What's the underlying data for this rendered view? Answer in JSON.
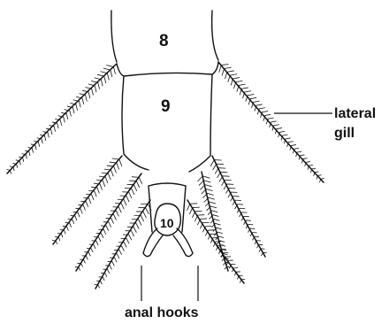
{
  "segments": {
    "s8": "8",
    "s9": "9",
    "s10": "10"
  },
  "labels": {
    "lateral_gill_line1": "lateral",
    "lateral_gill_line2": "gill",
    "anal_hooks": "anal hooks"
  }
}
